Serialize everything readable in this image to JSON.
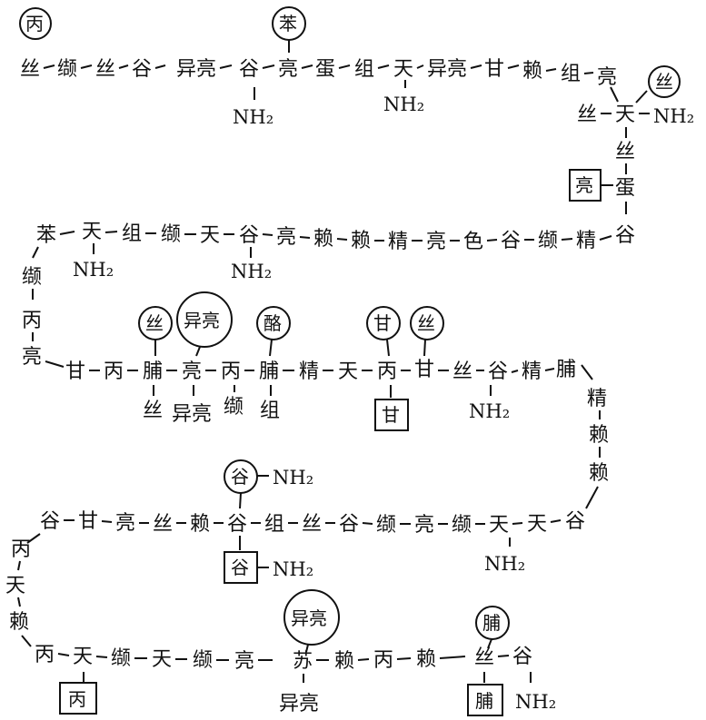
{
  "diagram": {
    "rows": [
      [
        "丝",
        "缬",
        "丝",
        "谷",
        "异亮",
        "谷",
        "亮",
        "蛋",
        "组",
        "天",
        "异亮",
        "甘",
        "赖",
        "组",
        "亮"
      ],
      [
        "丝",
        "天"
      ],
      [
        "丝",
        "蛋",
        "谷"
      ],
      [
        "苯",
        "天",
        "组",
        "缬",
        "天",
        "谷",
        "亮",
        "赖",
        "赖",
        "精",
        "亮",
        "色",
        "谷",
        "缬",
        "精"
      ],
      [
        "缬",
        "丙",
        "亮"
      ],
      [
        "甘",
        "丙",
        "脯",
        "亮",
        "丙",
        "脯",
        "精",
        "天",
        "丙",
        "甘",
        "丝",
        "谷",
        "精",
        "脯"
      ],
      [
        "精",
        "赖",
        "赖"
      ],
      [
        "谷",
        "甘",
        "亮",
        "丝",
        "赖",
        "谷",
        "组",
        "丝",
        "谷",
        "缬",
        "亮",
        "缬",
        "天",
        "天",
        "谷"
      ],
      [
        "丙",
        "天",
        "赖"
      ],
      [
        "丙",
        "天",
        "缬",
        "天",
        "缬",
        "亮",
        "苏",
        "赖",
        "丙",
        "赖",
        "丝",
        "谷"
      ]
    ],
    "side_labels": {
      "amide": "NH₂",
      "r1_below_6": "NH₂",
      "r1_below_9": "NH₂",
      "r3_below_1": "NH₂",
      "r3_below_5": "NH₂",
      "r5_below_0": "丝",
      "r5_below_3": "异亮",
      "r5_below_4": "缬",
      "r5_below_5": "组",
      "r5_below_11": "NH₂",
      "r7_below_12": "NH₂",
      "end_nh": "NH₂"
    },
    "circled_marks": [
      "丙",
      "苯",
      "丝",
      "丝",
      "异亮",
      "酪",
      "甘",
      "丝",
      "谷",
      "异亮",
      "脯"
    ],
    "boxed_marks": [
      "亮",
      "甘",
      "谷",
      "丙",
      "脯"
    ]
  }
}
